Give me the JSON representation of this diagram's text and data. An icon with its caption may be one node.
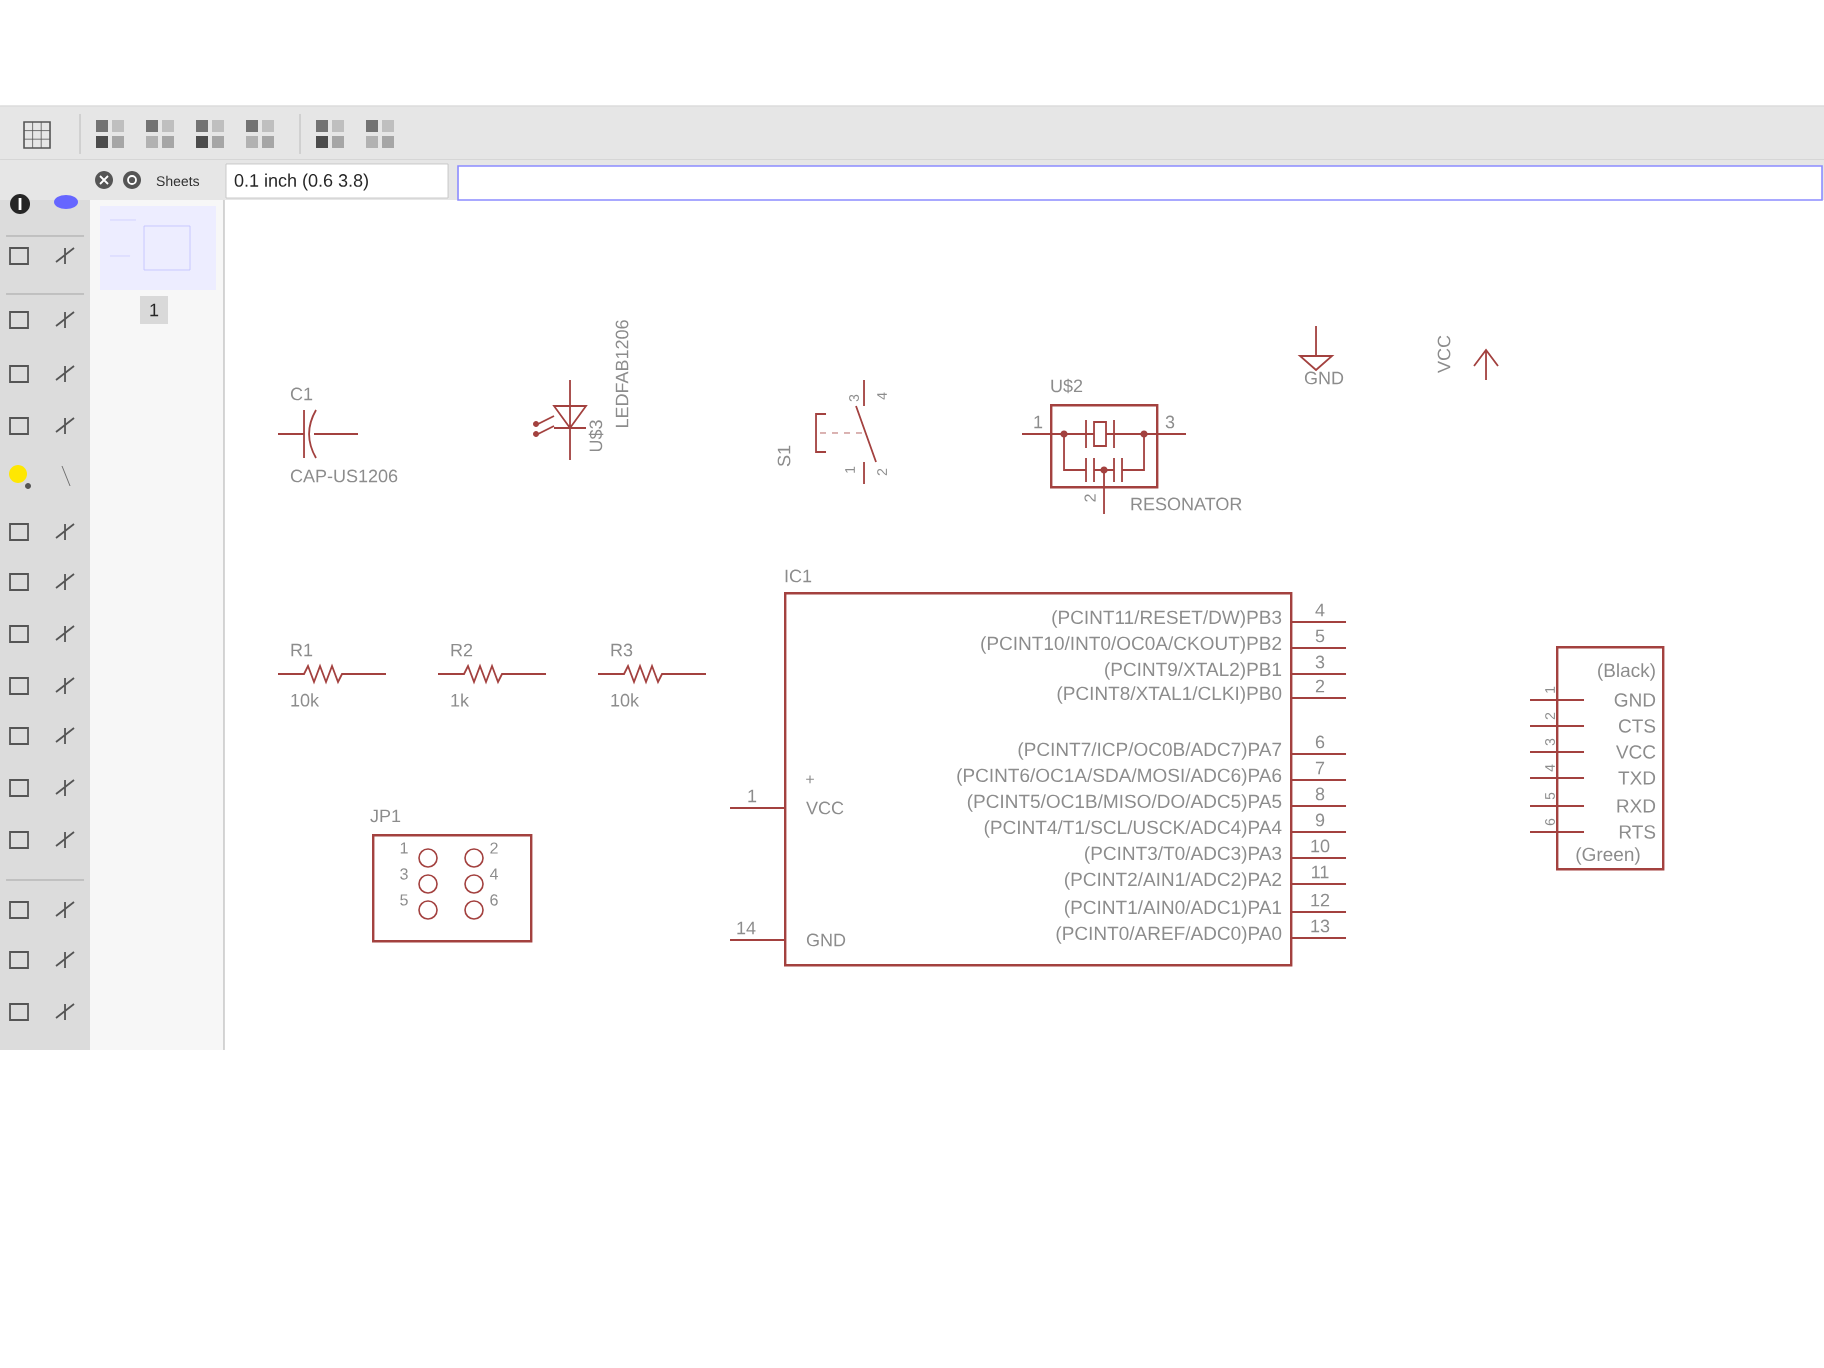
{
  "diagram": {
    "nodes": [
      {
        "text": [
          "U$2",
          "1",
          "3",
          "2",
          "RESONATOR"
        ]
      },
      {
        "text": [
          "IC1",
          "+",
          "VCC",
          "GND",
          "(PCINT11/RESET/DW)PB3",
          "(PCINT10/INT0/OC0A/CKOUT)PB2",
          "(PCINT9/XTAL2)PB1",
          "(PCINT8/XTAL1/CLKI)PB0",
          "(PCINT7/ICP/OC0B/ADC7)PA7",
          "(PCINT6/OC1A/SDA/MOSI/ADC6)PA6",
          "(PCINT5/OC1B/MISO/DO/ADC5)PA5",
          "(PCINT4/T1/SCL/USCK/ADC4)PA4",
          "(PCINT3/T0/ADC3)PA3",
          "(PCINT2/AIN1/ADC2)PA2",
          "(PCINT1/AIN0/ADC1)PA1",
          "(PCINT0/AREF/ADC0)PA0"
        ],
        "beside": [
          "4",
          "5",
          "3",
          "2",
          "6",
          "7",
          "8",
          "9",
          "10",
          "11",
          "12",
          "13",
          "1",
          "14"
        ]
      },
      {
        "text": [
          "(Black)",
          "GND",
          "CTS",
          "VCC",
          "TXD",
          "RXD",
          "RTS",
          "(Green)"
        ],
        "beside": [
          "1",
          "2",
          "3",
          "4",
          "5",
          "6"
        ]
      },
      {
        "text": [
          "JP1",
          "1",
          "2",
          "3",
          "4",
          "5",
          "6"
        ]
      }
    ],
    "labels": [
      "Sheets",
      "0.1 inch (0.6 3.8)",
      "1",
      "C1",
      "CAP-US1206",
      "U$3",
      "LEDFAB1206",
      "S1",
      "3",
      "4",
      "1",
      "2",
      "GND",
      "VCC",
      "R1",
      "10k",
      "R2",
      "1k",
      "R3",
      "10k"
    ]
  }
}
